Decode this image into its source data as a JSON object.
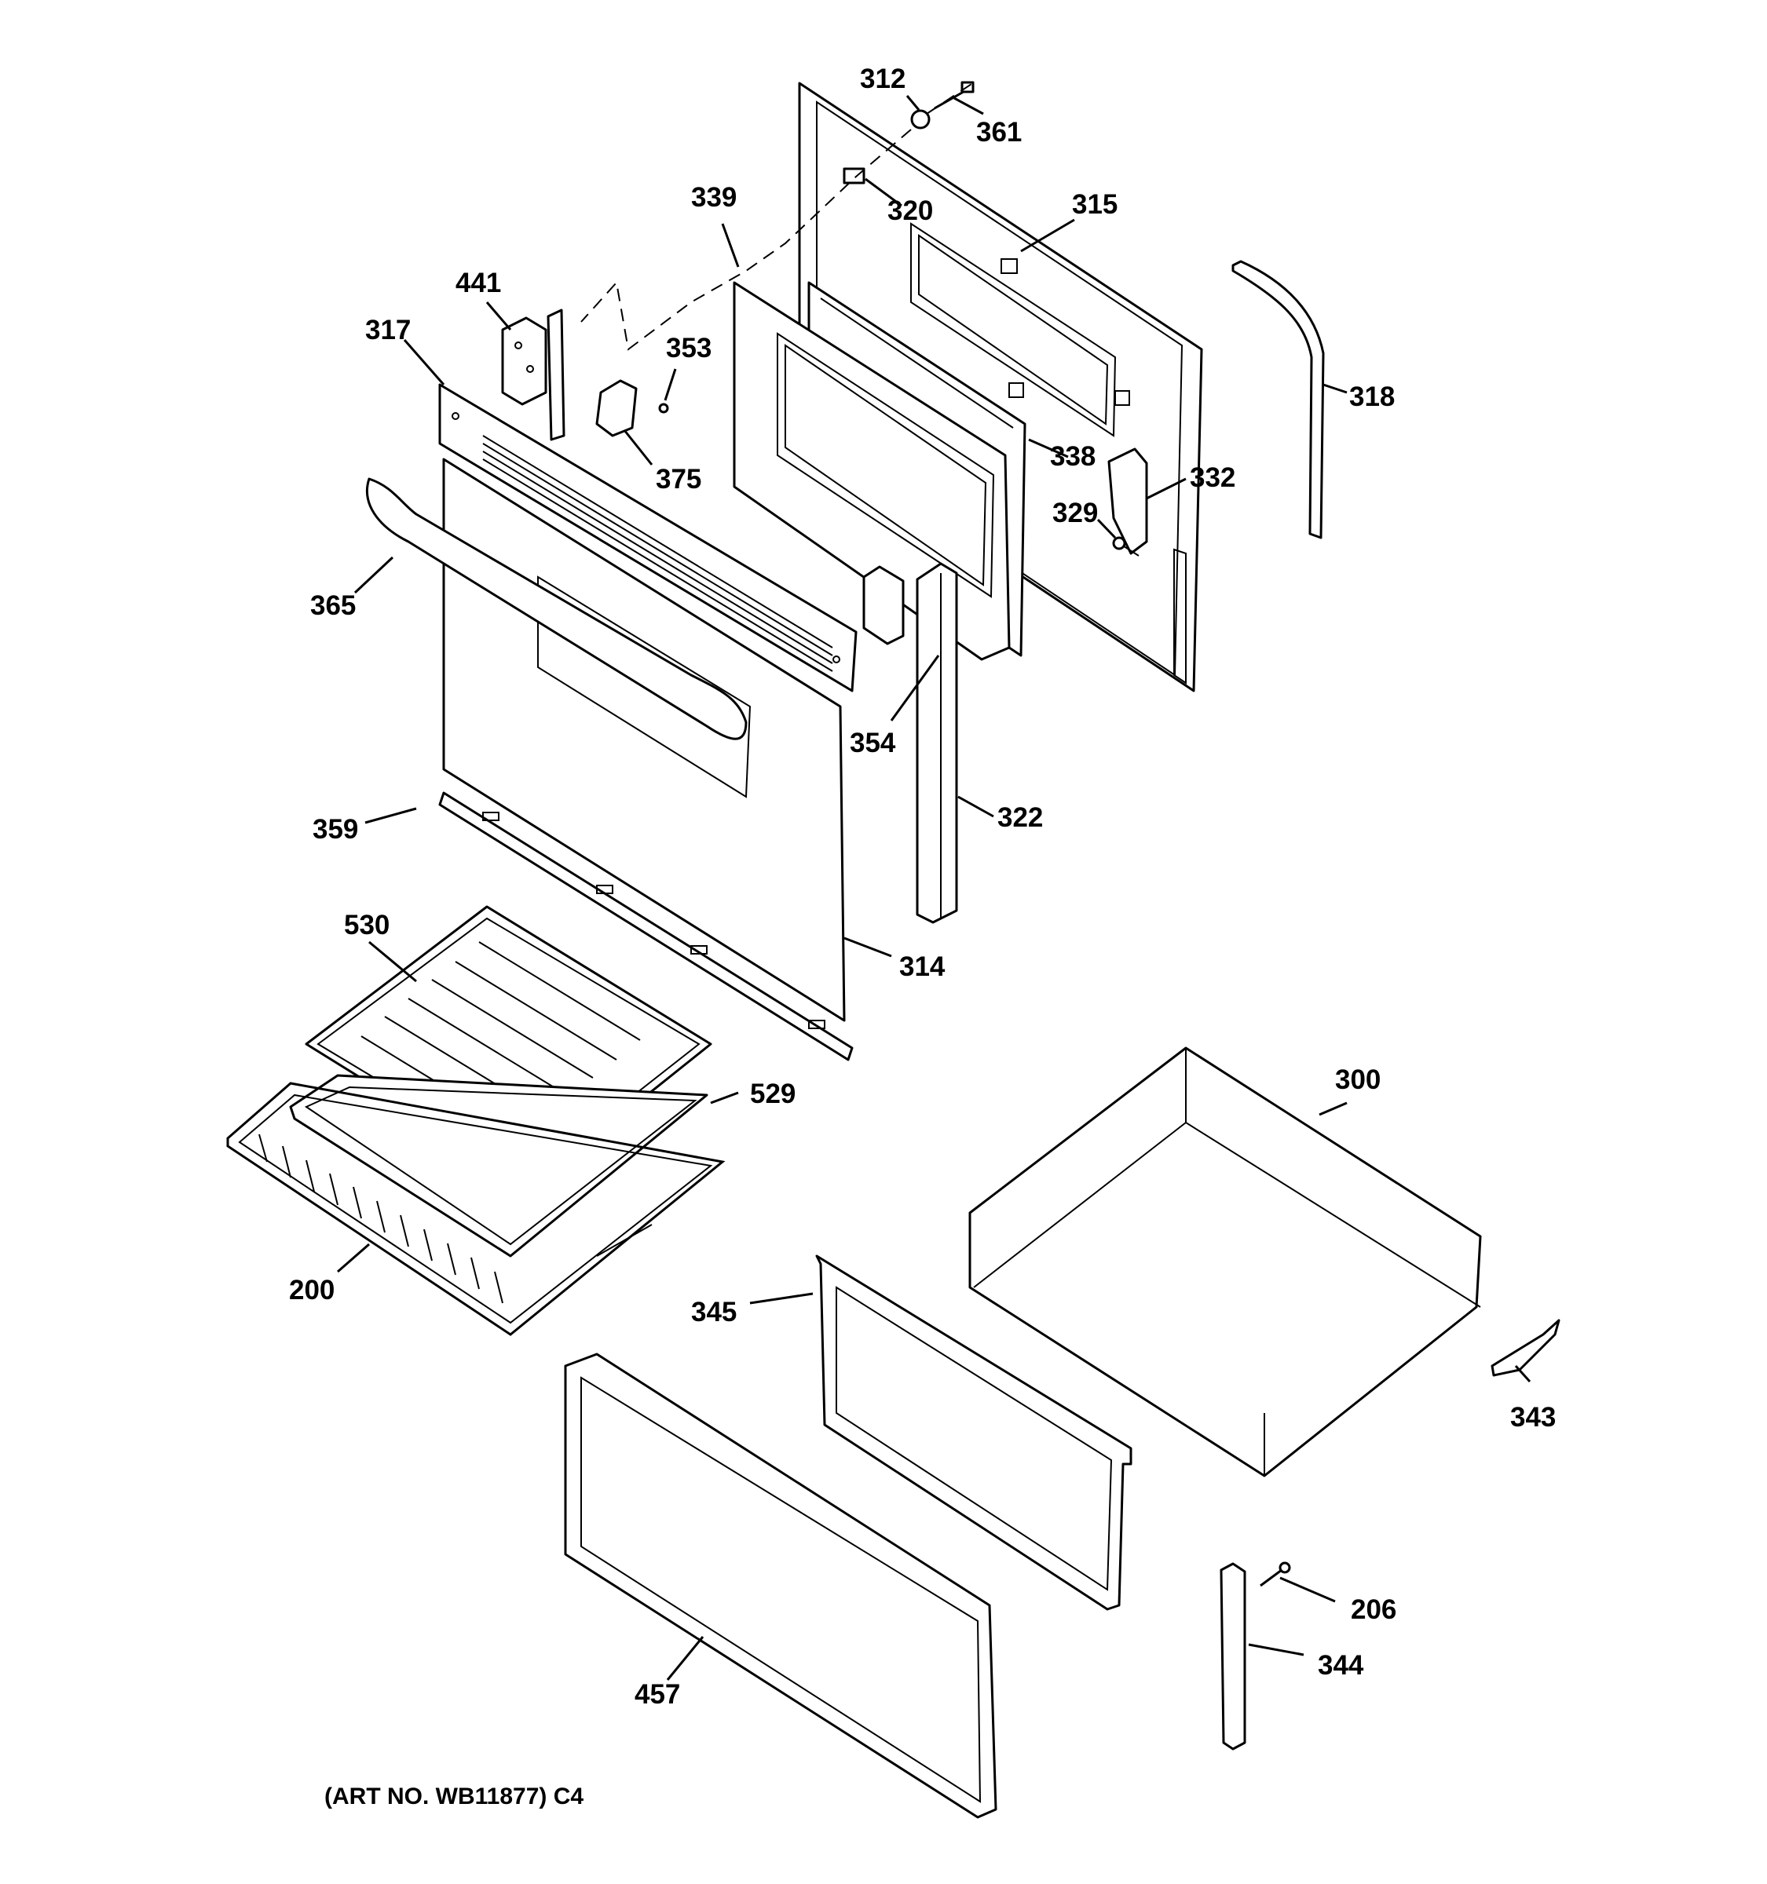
{
  "caption": "(ART NO. WB11877) C4",
  "callouts": {
    "c312": "312",
    "c361": "361",
    "c339": "339",
    "c320": "320",
    "c315": "315",
    "c441": "441",
    "c317": "317",
    "c353": "353",
    "c318": "318",
    "c375": "375",
    "c338": "338",
    "c332": "332",
    "c329": "329",
    "c365": "365",
    "c354": "354",
    "c322": "322",
    "c359": "359",
    "c530": "530",
    "c314": "314",
    "c300": "300",
    "c529": "529",
    "c200": "200",
    "c345": "345",
    "c343": "343",
    "c206": "206",
    "c344": "344",
    "c457": "457"
  }
}
